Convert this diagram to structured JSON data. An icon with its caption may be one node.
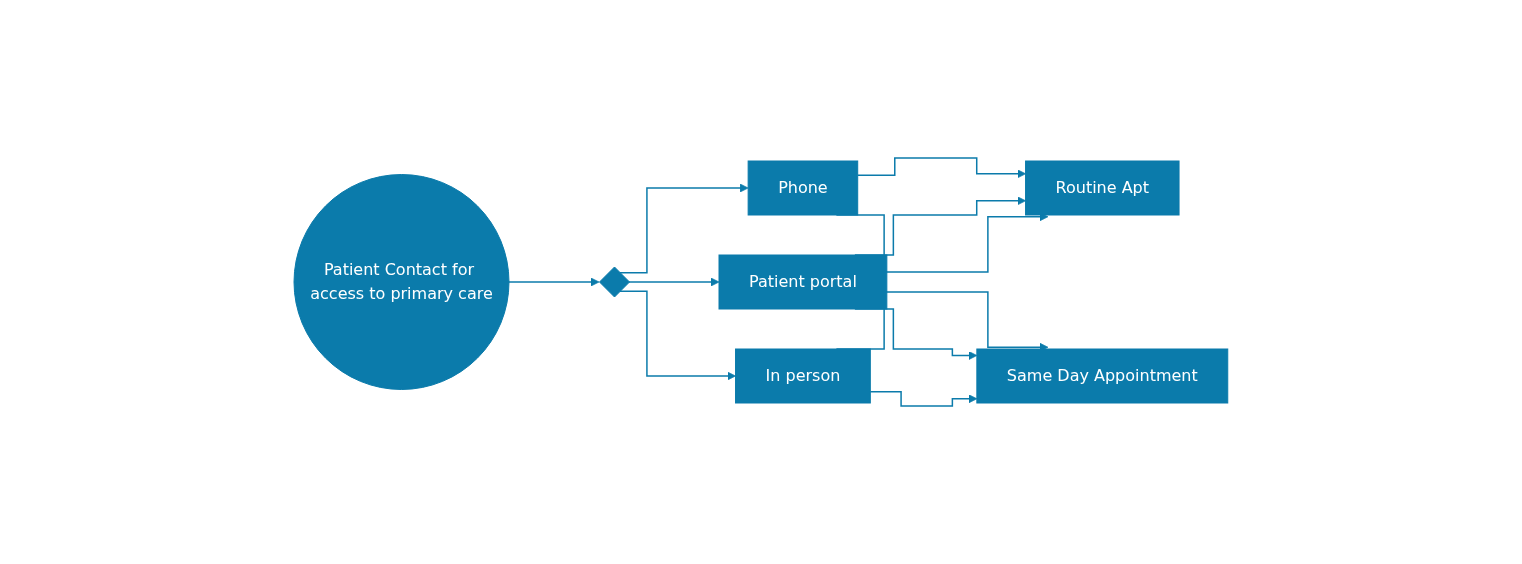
{
  "diagram": {
    "nodes": [
      {
        "text": [
          "Patient Contact for access to primary care"
        ]
      },
      {
        "text": [],
        "shape": "diamond"
      },
      {
        "text": [
          "Phone"
        ]
      },
      {
        "text": [
          "Patient portal"
        ]
      },
      {
        "text": [
          "In person"
        ]
      },
      {
        "text": [
          "Routine Apt"
        ]
      },
      {
        "text": [
          "Same Day Appointment"
        ]
      }
    ],
    "edges": [
      {
        "from": 0,
        "to": 1,
        "arrow": "to"
      },
      {
        "from": 1,
        "to": 2,
        "arrow": "to"
      },
      {
        "from": 1,
        "to": 3,
        "arrow": "to"
      },
      {
        "from": 1,
        "to": 4,
        "arrow": "to"
      },
      {
        "from": 2,
        "to": 5,
        "arrow": "to"
      },
      {
        "from": 3,
        "to": 5,
        "arrow": "to"
      },
      {
        "from": 4,
        "to": 5,
        "arrow": "to"
      },
      {
        "from": 2,
        "to": 6,
        "arrow": "to"
      },
      {
        "from": 3,
        "to": 6,
        "arrow": "to"
      },
      {
        "from": 4,
        "to": 6,
        "arrow": "to"
      }
    ]
  }
}
